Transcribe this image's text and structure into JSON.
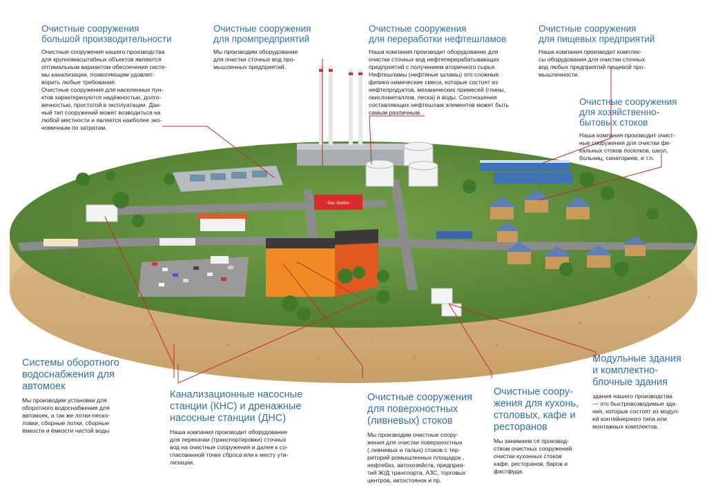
{
  "blocks": {
    "large": {
      "title": "Очистные сооружения\nбольшой производительности",
      "text": "Очистные сооружения нашего производства\nдля крупномасштабных объектов являются\nоптимальным вариантом обеспечения систе-\nмы канализации, позволяющим удовлет-\nворить любые требования.\nОчистные сооружения для населенных пун-\nктов характеризуются надёжностью, долго-\nвечностью, простотой в эксплуатации. Дан-\nный тип сооружений может возводиться на\nлюбой местности и является наиболее эко-\nномичным по затратам."
    },
    "industrial": {
      "title": "Очистные сооружения\nдля промпредприятий",
      "text": "Мы производим оборудование\nдля очистки сточных вод про-\nмышленных предприятий."
    },
    "oil": {
      "title": "Очистные сооружения\nдля переработки нефтешламов",
      "text": "Наша компания производит оборудование для\nочистки сточных вод нефтеперерабатывающих\nпредприятий с получением вторичного сырья.\nНефтешламы (нефтяные шламы) это сложные\nфизико-химические смеси, которые состоят из\nнефтепродуктов, механических примесей (глины,\nокислометаллов, песка) и воды. Соотношения\nсоставляющих нефтешлам элементов может быть\nсамым различным."
    },
    "food": {
      "title": "Очистные сооружения\nдля пищевых предприятий",
      "text": "Наша компания производит комплек-\nсы оборудования для очистки сточных\nвод любых предприятий пищевой про-\nмышленности."
    },
    "household": {
      "title": "Очистные сооружения\nдля хозяйственно-\nбытовых стоков",
      "text": "Наша компания производит очист-\nные сооружения для очистки фе-\nкальных стоков поселков, школ,\nбольниц, санаториев, и т.п."
    },
    "carwash": {
      "title": "Системы оборотного\nводоснабжения для\nавтомоек",
      "text": "Мы производим установки для\nоборотного водоснабжения для\nавтомоек, а так же лотки-песко-\nловки, сборные лотки, сборные\nёмкости и ёмкости чистой воды"
    },
    "pump": {
      "title": "Канализационные насосные\nстанции (КНС) и дренажные\nнасосные станции (ДНС)",
      "text": "Наша компания производит оборудование\nдля перекачки (транспортировки) сточных\nвод на очистные сооружения и далее к со-\nгласованной точке сброса или к месту ути-\nлизации."
    },
    "surface": {
      "title": "Очистные сооружения\nдля поверхностных\n(ливневых) стоков",
      "text": "Мы производим очистные соору-\nжения для очистки поверхностных\n( ливневых и талых) стоков с тер-\nриторий ромышленных площадок ,\nнефтебаз, автохозяйств, предприя-\nтий Ж/Д транспорта, АЗС, торговых\nцентров, автостоянок и пр."
    },
    "kitchen": {
      "title": "Очистные соору-\nжения для кухонь,\nстоловых, кафе и\nресторанов",
      "text": "Мы занимаем ся производ-\nством очистных сооружений\nочистки кухонных стоков\nкафе, ресторанов, баров и\nфастфуда."
    },
    "modular": {
      "title": "Модульные здания\nи комплектно-\nблочные здания",
      "text": "здания нашего производства\n— это быстровозводимые зда-\nния, которые состоят из модул-\nей контейнерного типа или\nмонтажных комплектов."
    }
  },
  "signs": {
    "gas_station": "Gas Station"
  },
  "colors": {
    "title_blue": "#2f6fae",
    "leader_red": "#c9252c",
    "grass": "#5f8e3a",
    "soil": "#d9b885",
    "road": "#8c8c8c"
  }
}
